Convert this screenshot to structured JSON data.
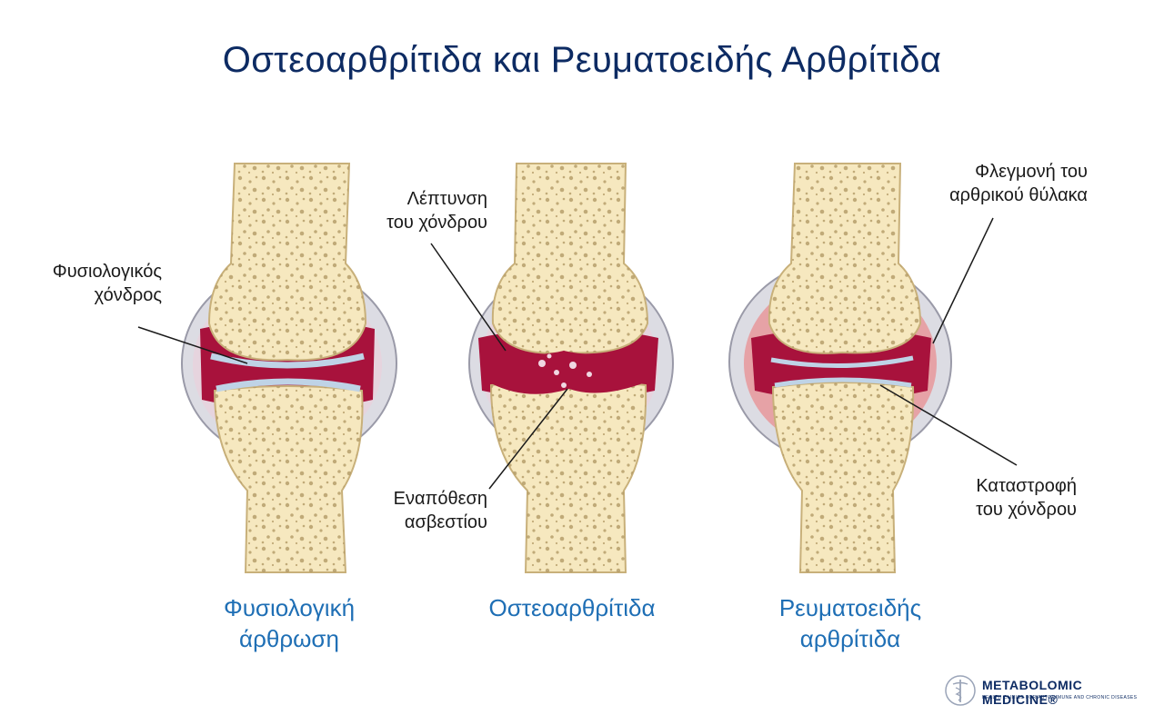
{
  "title": "Οστεοαρθρίτιδα και Ρευματοειδής Αρθρίτιδα",
  "annotations": {
    "normal_cartilage": "Φυσιολογικός\nχόνδρος",
    "thinning": "Λέπτυνση\nτου χόνδρου",
    "calcium": "Εναπόθεση\nασβεστίου",
    "inflammation": "Φλεγμονή του\nαρθρικού θύλακα",
    "destruction": "Καταστροφή\nτου χόνδρου"
  },
  "captions": {
    "normal": "Φυσιολογική\nάρθρωση",
    "osteo": "Οστεοαρθρίτιδα",
    "rheum": "Ρευματοειδής\nαρθρίτιδα"
  },
  "logo": {
    "name": "METABOLOMIC MEDICINE®",
    "tagline": "HEALTH CLINICS FOR AUTOIMMUNE AND CHRONIC DISEASES"
  },
  "colors": {
    "title": "#0d2b63",
    "caption": "#1f6fb5",
    "bone": "#f6e8bf",
    "bone_pores": "#b39a66",
    "synovium": "#a8123c",
    "capsule": "#d9d9e0",
    "cartilage": "#bfd3e6"
  }
}
